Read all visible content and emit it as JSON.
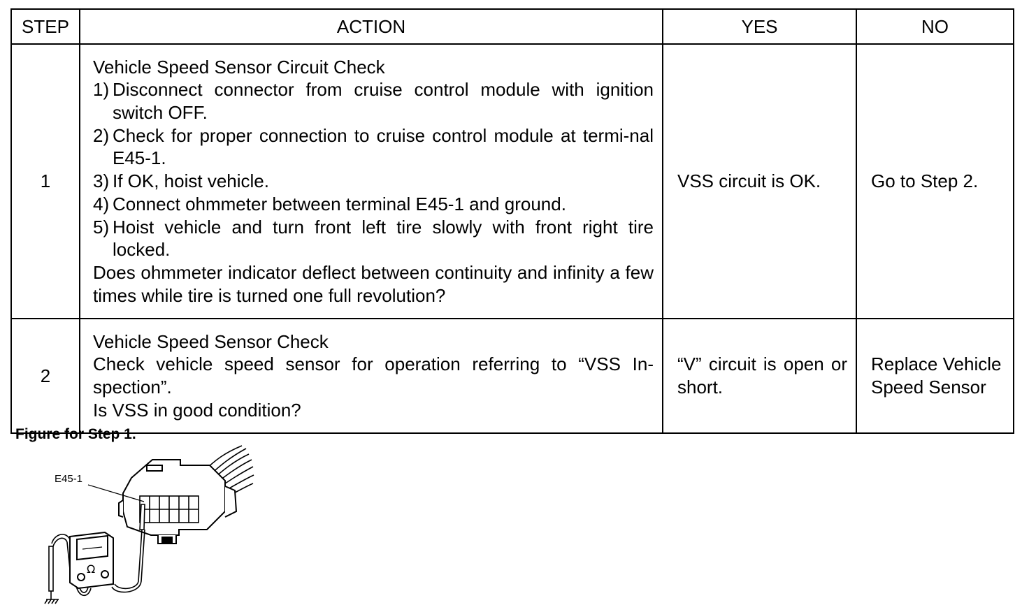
{
  "table": {
    "headers": {
      "step": "STEP",
      "action": "ACTION",
      "yes": "YES",
      "no": "NO"
    },
    "rows": [
      {
        "step": "1",
        "action_title": "Vehicle Speed Sensor Circuit Check",
        "action_steps": [
          {
            "num": "1)",
            "text": "Disconnect connector from cruise control module with ignition switch OFF."
          },
          {
            "num": "2)",
            "text": "Check for proper connection to cruise control module at termi-nal E45-1."
          },
          {
            "num": "3)",
            "text": "If OK, hoist vehicle."
          },
          {
            "num": "4)",
            "text": "Connect ohmmeter between terminal E45-1 and ground."
          },
          {
            "num": "5)",
            "text": "Hoist vehicle and turn front left tire slowly with front right tire locked."
          }
        ],
        "action_question": "Does ohmmeter indicator deflect between continuity and infinity a few times while tire is turned one full revolution?",
        "yes": "VSS circuit is OK.",
        "no": "Go to Step 2."
      },
      {
        "step": "2",
        "action_title": "Vehicle Speed Sensor Check",
        "action_body": "Check vehicle speed sensor for operation referring to “VSS In-spection”.",
        "action_question": "Is VSS in good condition?",
        "yes": "“V” circuit is open or short.",
        "no": "Replace Vehicle Speed Sensor"
      }
    ]
  },
  "figure": {
    "caption": "Figure for Step 1.",
    "terminal_label": "E45-1",
    "meter_symbol": "Ω"
  }
}
